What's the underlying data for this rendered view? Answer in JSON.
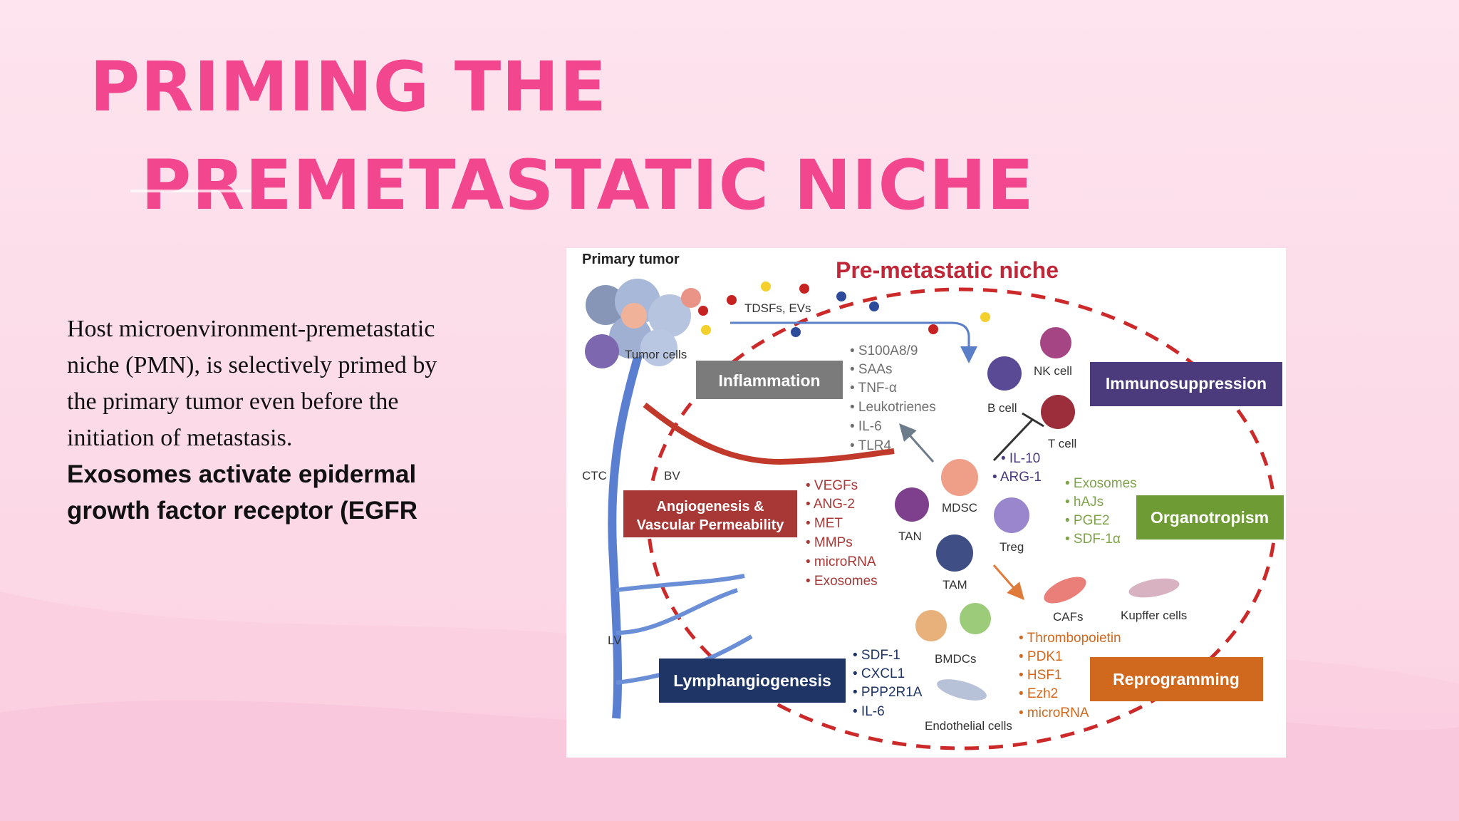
{
  "slide": {
    "title_line1": "PRIMING THE",
    "title_line2": "PREMETASTATIC NICHE",
    "paragraph": "Host microenvironment-premetastatic niche (PMN), is selectively primed by the primary tumor even before the initiation of metastasis.",
    "paragraph_bold": "Exosomes activate epidermal growth factor receptor (EGFR"
  },
  "diagram": {
    "labels": {
      "primary_tumor": "Primary tumor",
      "pmn_title": "Pre-metastatic niche",
      "tdsfs": "TDSFs, EVs",
      "tumor_cells": "Tumor cells",
      "ctc": "CTC",
      "bv": "BV",
      "lv": "LV",
      "nk_cell": "NK cell",
      "b_cell": "B cell",
      "t_cell": "T cell",
      "mdsc": "MDSC",
      "tan": "TAN",
      "treg": "Treg",
      "tam": "TAM",
      "cafs": "CAFs",
      "kupffer": "Kupffer cells",
      "bmdcs": "BMDCs",
      "endothelial": "Endothelial cells"
    },
    "boxes": {
      "inflammation": "Inflammation",
      "immunosuppression": "Immunosuppression",
      "angiogenesis_1": "Angiogenesis &",
      "angiogenesis_2": "Vascular Permeability",
      "organotropism": "Organotropism",
      "lymphangiogenesis": "Lymphangiogenesis",
      "reprogramming": "Reprogramming"
    },
    "lists": {
      "inflammation": [
        "• S100A8/9",
        "• SAAs",
        "• TNF-α",
        "• Leukotrienes",
        "• IL-6",
        "• TLR4"
      ],
      "immuno": [
        "• IL-10",
        "• ARG-1"
      ],
      "angio": [
        "• VEGFs",
        "• ANG-2",
        "• MET",
        "• MMPs",
        "• microRNA",
        "• Exosomes"
      ],
      "organo": [
        "• Exosomes",
        "• hAJs",
        "• PGE2",
        "• SDF-1α"
      ],
      "lymph": [
        "• SDF-1",
        "• CXCL1",
        "• PPP2R1A",
        "• IL-6"
      ],
      "reprog": [
        "• Thrombopoietin",
        "• PDK1",
        "• HSF1",
        "• Ezh2",
        "• microRNA"
      ]
    },
    "colors": {
      "title_pink": "#f2478f",
      "inflammation": "#7b7b7b",
      "immunosuppression": "#4c3b7c",
      "angiogenesis": "#a83836",
      "organotropism": "#6e9b34",
      "lymphangiogenesis": "#1f3566",
      "reprogramming": "#d0681e",
      "niche_dash": "#cc2a2a"
    }
  }
}
